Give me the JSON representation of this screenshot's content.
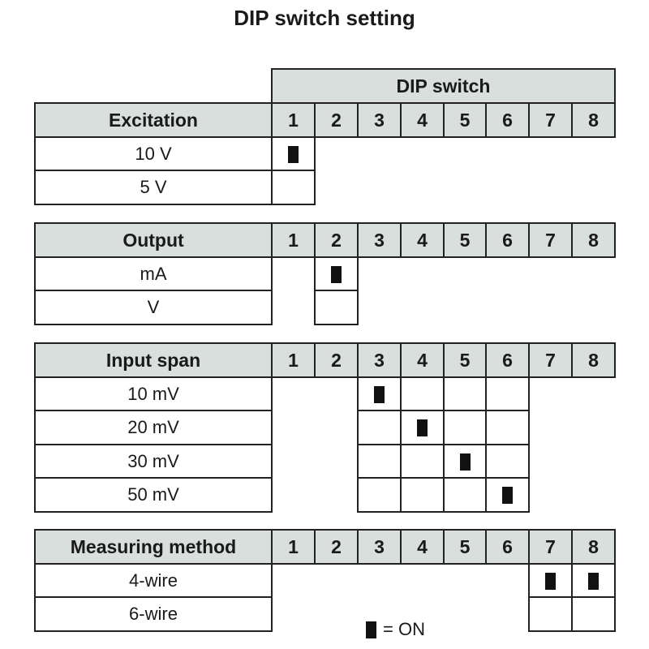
{
  "title": "DIP switch setting",
  "dip_header": "DIP switch",
  "switch_numbers": [
    "1",
    "2",
    "3",
    "4",
    "5",
    "6",
    "7",
    "8"
  ],
  "groups": [
    {
      "name": "Excitation",
      "rows": [
        {
          "label": "10 V",
          "cells": {
            "1": true
          }
        },
        {
          "label": "5 V",
          "cells": {
            "1": false
          }
        }
      ]
    },
    {
      "name": "Output",
      "rows": [
        {
          "label": "mA",
          "cells": {
            "2": true
          }
        },
        {
          "label": "V",
          "cells": {
            "2": false
          }
        }
      ]
    },
    {
      "name": "Input span",
      "rows": [
        {
          "label": "10 mV",
          "cells": {
            "3": true,
            "4": false,
            "5": false,
            "6": false
          }
        },
        {
          "label": "20 mV",
          "cells": {
            "3": false,
            "4": true,
            "5": false,
            "6": false
          }
        },
        {
          "label": "30 mV",
          "cells": {
            "3": false,
            "4": false,
            "5": true,
            "6": false
          }
        },
        {
          "label": "50 mV",
          "cells": {
            "3": false,
            "4": false,
            "5": false,
            "6": true
          }
        }
      ]
    },
    {
      "name": "Measuring method",
      "rows": [
        {
          "label": "4-wire",
          "cells": {
            "7": true,
            "8": true
          }
        },
        {
          "label": "6-wire",
          "cells": {
            "7": false,
            "8": false
          }
        }
      ]
    }
  ],
  "legend": {
    "text": "= ON"
  },
  "colors": {
    "header_bg": "#d9dfdd",
    "border": "#222222",
    "on_marker": "#111111"
  }
}
